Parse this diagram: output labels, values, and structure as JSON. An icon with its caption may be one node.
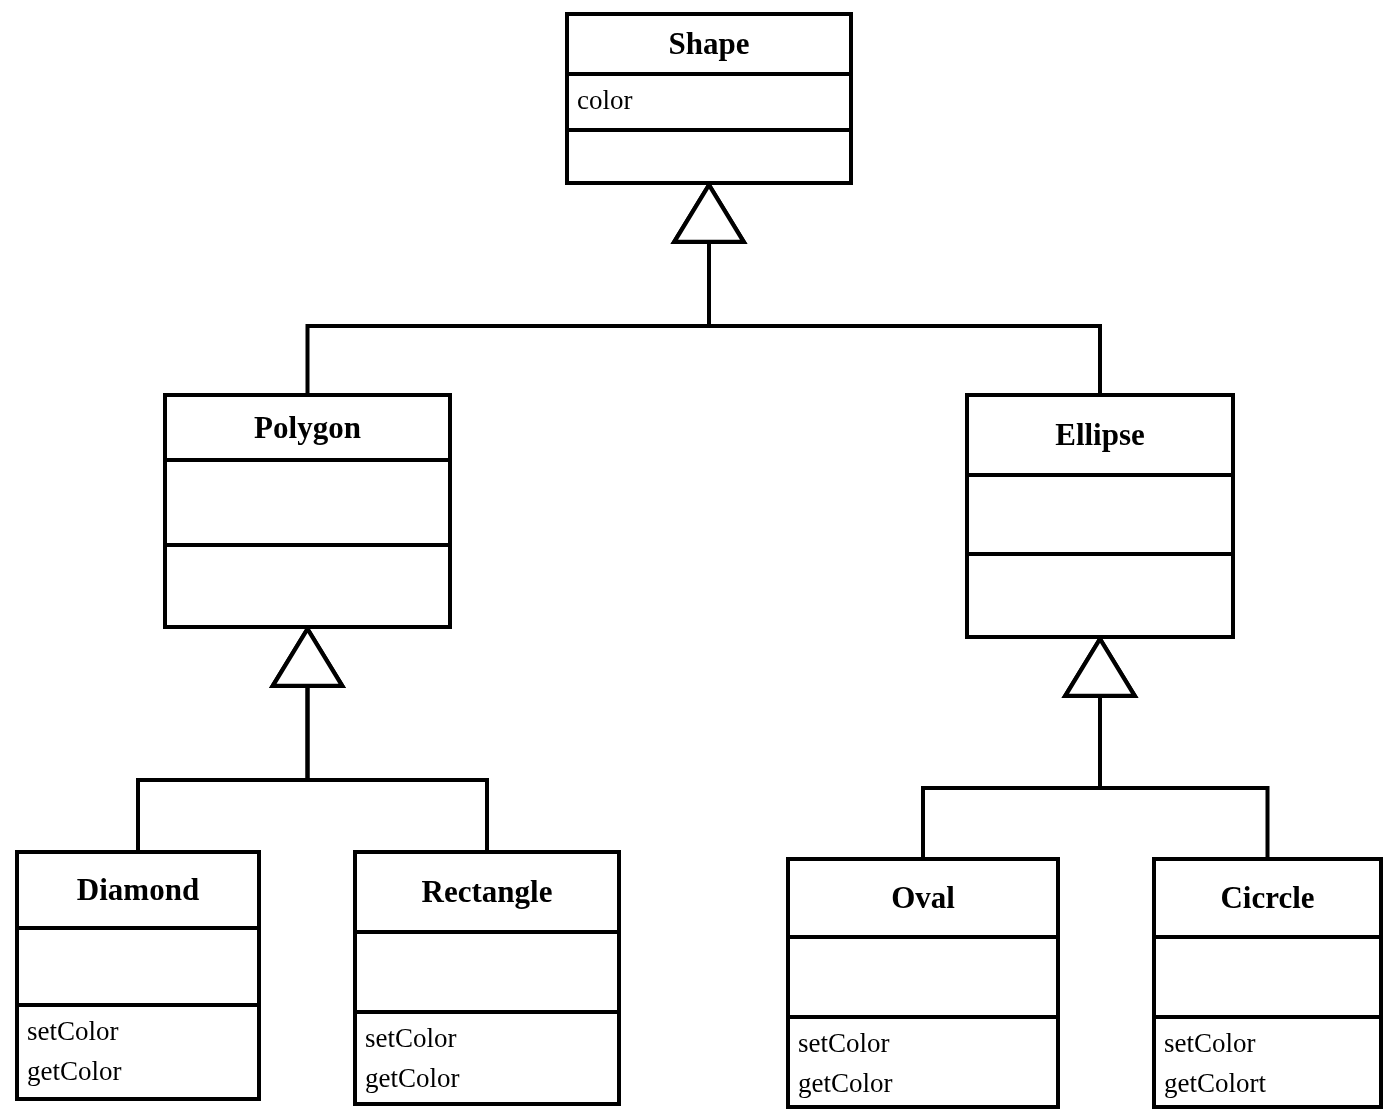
{
  "diagram": {
    "nodes": [
      {
        "text": [
          "Shape",
          "color"
        ]
      },
      {
        "text": [
          "Polygon"
        ]
      },
      {
        "text": [
          "Ellipse"
        ]
      },
      {
        "text": [
          "Diamond",
          "setColor getColor"
        ]
      },
      {
        "text": [
          "Rectangle",
          "setColor getColor"
        ]
      },
      {
        "text": [
          "Oval",
          "setColor getColor"
        ]
      },
      {
        "text": [
          "Cicrcle",
          "setColor getColort"
        ]
      }
    ],
    "edges": [
      {
        "from": 1,
        "to": 0,
        "arrow": "to"
      },
      {
        "from": 2,
        "to": 0,
        "arrow": "to"
      },
      {
        "from": 3,
        "to": 1,
        "arrow": "to"
      },
      {
        "from": 4,
        "to": 1,
        "arrow": "to"
      },
      {
        "from": 5,
        "to": 2,
        "arrow": "to"
      },
      {
        "from": 6,
        "to": 2,
        "arrow": "to"
      }
    ]
  }
}
